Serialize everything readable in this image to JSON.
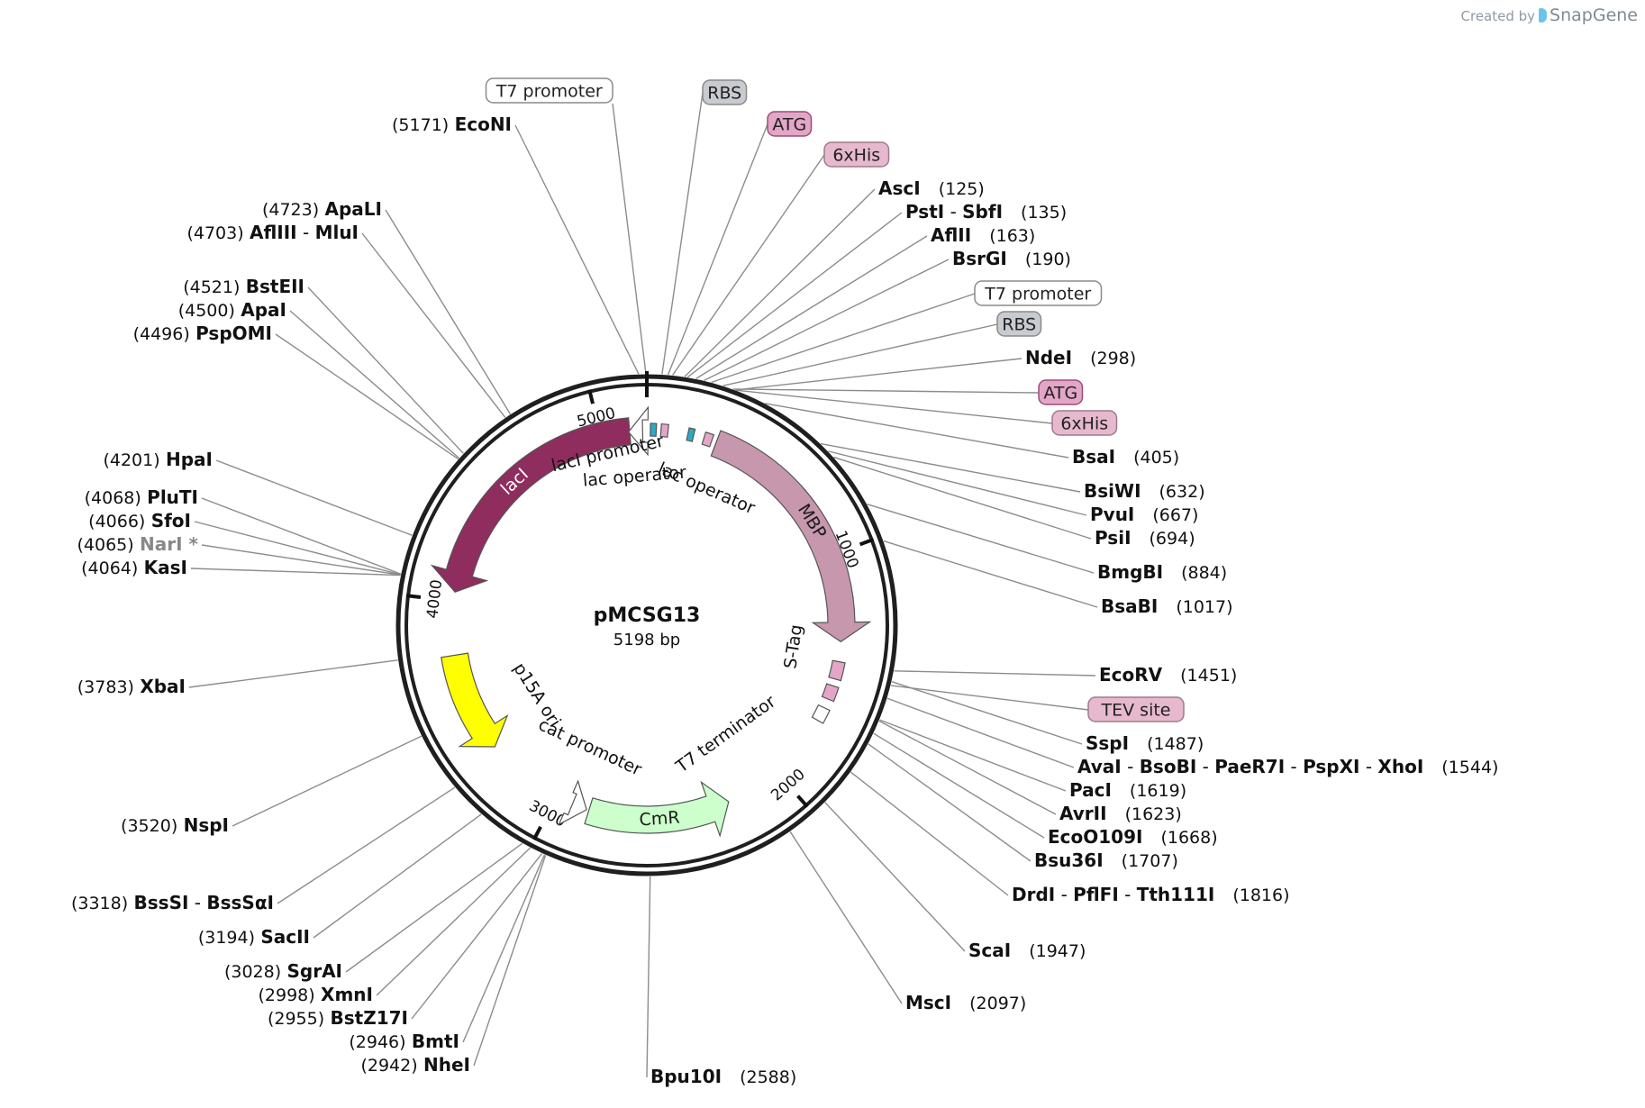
{
  "credit": {
    "prefix": "Created by",
    "brand": "SnapGene"
  },
  "plasmid": {
    "name": "pMCSG13",
    "length_label": "5198 bp",
    "length": 5198
  },
  "ticks": [
    {
      "pos": 1000,
      "label": "1000"
    },
    {
      "pos": 2000,
      "label": "2000"
    },
    {
      "pos": 3000,
      "label": "3000"
    },
    {
      "pos": 4000,
      "label": "4000"
    },
    {
      "pos": 5000,
      "label": "5000"
    }
  ],
  "colors": {
    "backbone": "#1f1f1f",
    "lacI": "#8f2d5e",
    "MBP": "#c797ae",
    "p15A_ori": "#ffff00",
    "CmR": "#ccffcc",
    "promoter": "#ffffff",
    "operator": "#2ba9c6",
    "rbs_box": "#c8cbd0",
    "pink_box": "#e6b9ce",
    "atg_box": "#e3a6c6",
    "leader": "#8c8c8c"
  },
  "features": [
    {
      "id": "lacI",
      "label": "lacI",
      "type": "arrow",
      "start": 5125,
      "end": 4040,
      "color": "#8f2d5e",
      "labelColor": "#ffffff"
    },
    {
      "id": "MBP",
      "label": "MBP",
      "type": "arrow",
      "start": 300,
      "end": 1370,
      "color": "#c797ae",
      "labelColor": "#1a1a1a"
    },
    {
      "id": "p15A",
      "label": "",
      "type": "arrow",
      "start": 3770,
      "end": 3340,
      "color": "#ffff00",
      "labelColor": "#1a1a1a"
    },
    {
      "id": "CmR",
      "label": "CmR",
      "type": "arrow",
      "start": 2850,
      "end": 2240,
      "color": "#ccffcc",
      "labelColor": "#1a1a1a"
    },
    {
      "id": "lacIp",
      "label": "",
      "type": "arrow",
      "start": 5180,
      "end": 5120,
      "color": "#ffffff",
      "labelColor": "#1a1a1a"
    },
    {
      "id": "catp",
      "label": "",
      "type": "arrow",
      "start": 2925,
      "end": 2860,
      "color": "#ffffff",
      "labelColor": "#1a1a1a"
    },
    {
      "id": "lacop1",
      "label": "",
      "type": "box",
      "start": 15,
      "end": 40,
      "color": "#2ba9c6"
    },
    {
      "id": "lacop2",
      "label": "",
      "type": "box",
      "start": 175,
      "end": 200,
      "color": "#2ba9c6"
    },
    {
      "id": "pink1",
      "label": "",
      "type": "box",
      "start": 60,
      "end": 90,
      "color": "#e3a6c6"
    },
    {
      "id": "pink2",
      "label": "",
      "type": "box",
      "start": 245,
      "end": 280,
      "color": "#e3a6c6"
    },
    {
      "id": "stag",
      "label": "",
      "type": "box",
      "start": 1455,
      "end": 1530,
      "color": "#e3a6c6"
    },
    {
      "id": "tev",
      "label": "",
      "type": "box",
      "start": 1560,
      "end": 1620,
      "color": "#e3a6c6"
    },
    {
      "id": "t7t",
      "label": "",
      "type": "box",
      "start": 1660,
      "end": 1720,
      "color": "#ffffff"
    }
  ],
  "inner_labels": [
    {
      "text": "lacI promoter",
      "pos": 5012,
      "radius": 235
    },
    {
      "text": "lac operator",
      "pos": 5130,
      "radius": 205
    },
    {
      "text": "lac operator",
      "pos": 340,
      "radius": 205
    },
    {
      "text": "S-Tag",
      "pos": 1420,
      "radius": 205
    },
    {
      "text": "T7 terminator",
      "pos": 2080,
      "radius": 190
    },
    {
      "text": "cat promoter",
      "pos": 2960,
      "radius": 190
    },
    {
      "text": "p15A ori",
      "pos": 3430,
      "radius": 185
    }
  ],
  "feature_tags": [
    {
      "text": "T7 promoter",
      "style": "white",
      "pos": 5195
    },
    {
      "text": "RBS",
      "style": "gray",
      "pos": 50
    },
    {
      "text": "ATG",
      "style": "atg",
      "pos": 70
    },
    {
      "text": "6xHis",
      "style": "pink",
      "pos": 85
    },
    {
      "text": "T7 promoter",
      "style": "white",
      "pos": 215
    },
    {
      "text": "RBS",
      "style": "gray",
      "pos": 255
    },
    {
      "text": "ATG",
      "style": "atg",
      "pos": 290
    },
    {
      "text": "6xHis",
      "style": "pink",
      "pos": 300
    },
    {
      "text": "TEV site",
      "style": "pink",
      "pos": 1500
    }
  ],
  "sites": [
    {
      "name": "EconI",
      "display": "EcoNI",
      "pos": "(5171)",
      "p": 5171
    },
    {
      "display": "ApaLI",
      "pos": "(4723)",
      "p": 4723
    },
    {
      "display": "AflIII",
      "extra": [
        "MluI"
      ],
      "pos": "(4703)",
      "p": 4703
    },
    {
      "display": "BstEII",
      "pos": "(4521)",
      "p": 4521
    },
    {
      "display": "ApaI",
      "pos": "(4500)",
      "p": 4500
    },
    {
      "display": "PspOMI",
      "pos": "(4496)",
      "p": 4496
    },
    {
      "display": "HpaI",
      "pos": "(4201)",
      "p": 4201
    },
    {
      "display": "PluTI",
      "pos": "(4068)",
      "p": 4068
    },
    {
      "display": "SfoI",
      "pos": "(4066)",
      "p": 4066
    },
    {
      "display": "NarI",
      "star": "*",
      "gray": true,
      "pos": "(4065)",
      "p": 4065
    },
    {
      "display": "KasI",
      "pos": "(4064)",
      "p": 4064
    },
    {
      "display": "XbaI",
      "pos": "(3783)",
      "p": 3783
    },
    {
      "display": "NspI",
      "pos": "(3520)",
      "p": 3520
    },
    {
      "display": "BssSI",
      "extra": [
        "BssSαI"
      ],
      "pos": "(3318)",
      "p": 3318
    },
    {
      "display": "SacII",
      "pos": "(3194)",
      "p": 3194
    },
    {
      "display": "SgrAI",
      "pos": "(3028)",
      "p": 3028
    },
    {
      "display": "XmnI",
      "pos": "(2998)",
      "p": 2998
    },
    {
      "display": "BstZ17I",
      "pos": "(2955)",
      "p": 2955
    },
    {
      "display": "BmtI",
      "pos": "(2946)",
      "p": 2946
    },
    {
      "display": "NheI",
      "pos": "(2942)",
      "p": 2942
    },
    {
      "display": "Bpu10I",
      "pos": "(2588)",
      "p": 2588
    },
    {
      "display": "MscI",
      "pos": "(2097)",
      "p": 2097
    },
    {
      "display": "ScaI",
      "pos": "(1947)",
      "p": 1947
    },
    {
      "display": "DrdI",
      "extra": [
        "PflFI",
        "Tth111I"
      ],
      "pos": "(1816)",
      "p": 1816
    },
    {
      "display": "Bsu36I",
      "pos": "(1707)",
      "p": 1707
    },
    {
      "display": "EcoO109I",
      "pos": "(1668)",
      "p": 1668
    },
    {
      "display": "AvrII",
      "pos": "(1623)",
      "p": 1623
    },
    {
      "display": "PacI",
      "pos": "(1619)",
      "p": 1619
    },
    {
      "display": "AvaI",
      "extra": [
        "BsoBI",
        "PaeR7I",
        "PspXI",
        "XhoI"
      ],
      "pos": "(1544)",
      "p": 1544
    },
    {
      "display": "SspI",
      "pos": "(1487)",
      "p": 1487
    },
    {
      "display": "EcoRV",
      "pos": "(1451)",
      "p": 1451
    },
    {
      "display": "BsaBI",
      "pos": "(1017)",
      "p": 1017
    },
    {
      "display": "BmgBI",
      "pos": "(884)",
      "p": 884
    },
    {
      "display": "PsiI",
      "pos": "(694)",
      "p": 694
    },
    {
      "display": "PvuI",
      "pos": "(667)",
      "p": 667
    },
    {
      "display": "BsiWI",
      "pos": "(632)",
      "p": 632
    },
    {
      "display": "BsaI",
      "pos": "(405)",
      "p": 405
    },
    {
      "display": "NdeI",
      "pos": "(298)",
      "p": 298
    },
    {
      "display": "BsrGI",
      "pos": "(190)",
      "p": 190
    },
    {
      "display": "AflII",
      "pos": "(163)",
      "p": 163
    },
    {
      "display": "PstI",
      "extra": [
        "SbfI"
      ],
      "pos": "(135)",
      "p": 135
    },
    {
      "display": "AscI",
      "pos": "(125)",
      "p": 125
    }
  ]
}
